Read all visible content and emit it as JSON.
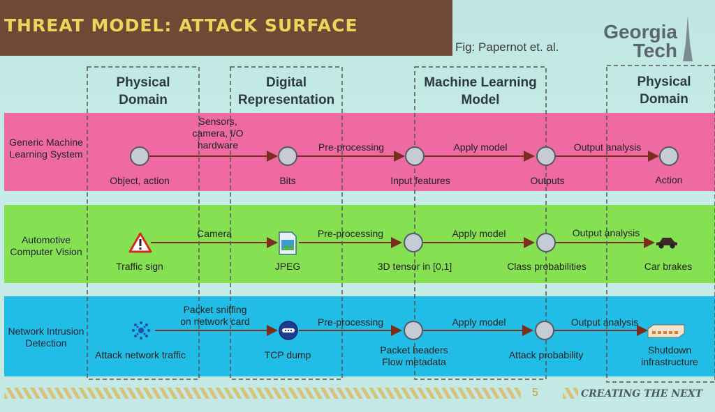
{
  "header": {
    "title": "THREAT MODEL: ATTACK SURFACE",
    "caption": "Fig: Papernot et. al.",
    "logo_line1": "Georgia",
    "logo_line2": "Tech"
  },
  "columns": [
    {
      "line1": "Physical",
      "line2": "Domain"
    },
    {
      "line1": "Digital",
      "line2": "Representation"
    },
    {
      "line1": "Machine Learning",
      "line2": "Model"
    },
    {
      "line1": "Physical",
      "line2": "Domain"
    }
  ],
  "rows": [
    {
      "label": [
        "Generic Machine",
        "Learning System"
      ],
      "edges": [
        [
          "Sensors,",
          "camera, I/O",
          "hardware"
        ],
        [
          "Pre-processing"
        ],
        [
          "Apply model"
        ],
        [
          "Output analysis"
        ]
      ],
      "nodes": [
        "Object, action",
        "Bits",
        "Input features",
        "Outputs",
        "Action"
      ]
    },
    {
      "label": [
        "Automotive",
        "Computer Vision"
      ],
      "edges": [
        [
          "Camera"
        ],
        [
          "Pre-processing"
        ],
        [
          "Apply model"
        ],
        [
          "Output analysis"
        ]
      ],
      "nodes": [
        "Traffic sign",
        "JPEG",
        "3D tensor in [0,1]",
        "Class probabilities",
        "Car brakes"
      ]
    },
    {
      "label": [
        "Network Intrusion",
        "Detection"
      ],
      "edges": [
        [
          "Packet sniffing",
          "on network card"
        ],
        [
          "Pre-processing"
        ],
        [
          "Apply model"
        ],
        [
          "Output analysis"
        ]
      ],
      "nodes": [
        "Attack network traffic",
        "TCP dump",
        "Packet headers Flow metadata",
        "Attack probability",
        "Shutdown infrastructure"
      ]
    }
  ],
  "footer": {
    "page_number": "5",
    "tagline": "CREATING THE NEXT"
  },
  "icons": [
    "warning-triangle-icon",
    "jpeg-file-icon",
    "car-icon",
    "network-traffic-icon",
    "tcp-dump-icon",
    "network-switch-icon"
  ],
  "colors": {
    "title_bg": "#6e4a36",
    "title_text": "#f0d45a",
    "band_generic": "#ef6aa3",
    "band_automotive": "#86e152",
    "band_network": "#22bde6",
    "node_fill": "#c6ccd6"
  }
}
